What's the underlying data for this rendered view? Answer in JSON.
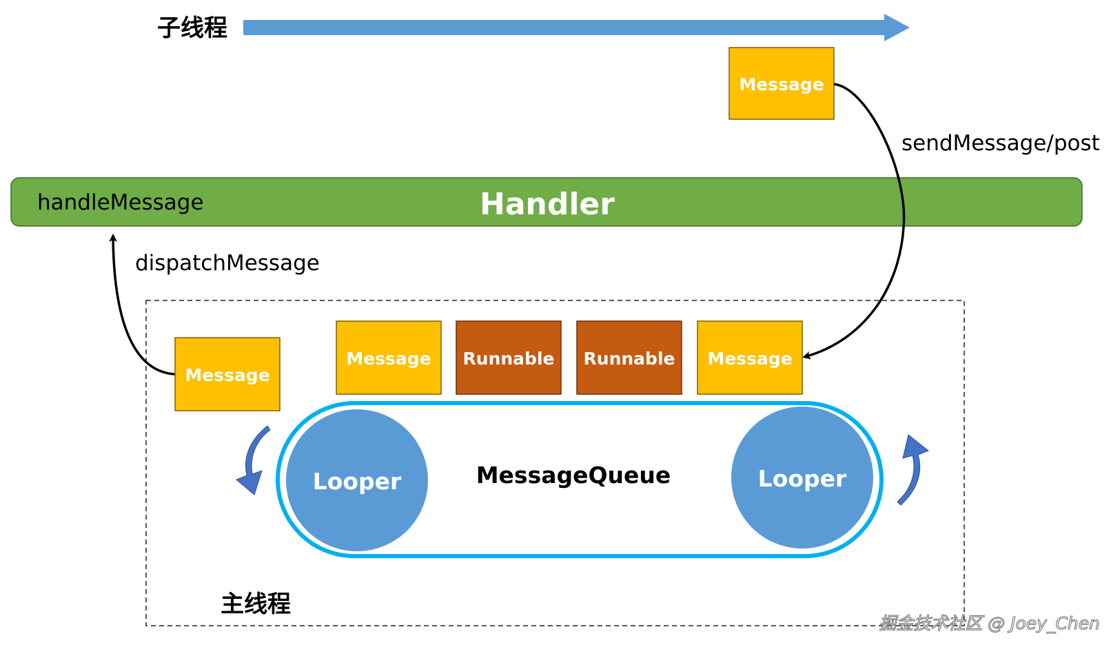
{
  "sub_thread": {
    "label": "子线程"
  },
  "main_thread": {
    "label": "主线程"
  },
  "handler": {
    "title": "Handler",
    "method_label": "handleMessage"
  },
  "edges": {
    "send_label": "sendMessage/post",
    "dispatch_label": "dispatchMessage"
  },
  "boxes": {
    "incoming_message": "Message",
    "dispatched_message": "Message",
    "queue_items": [
      "Message",
      "Runnable",
      "Runnable",
      "Message"
    ]
  },
  "message_queue": {
    "label": "MessageQueue",
    "left_looper": "Looper",
    "right_looper": "Looper"
  },
  "watermark": "掘金技术社区 @ Joey_Chen",
  "colors": {
    "thread_arrow": "#5b9bd5",
    "handler_bar": "#70ad47",
    "message_box": "#ffc000",
    "runnable_box": "#c55a11",
    "queue_border": "#00b0f0",
    "looper": "#5b9bd5",
    "rotation_arrow": "#4472c4"
  }
}
